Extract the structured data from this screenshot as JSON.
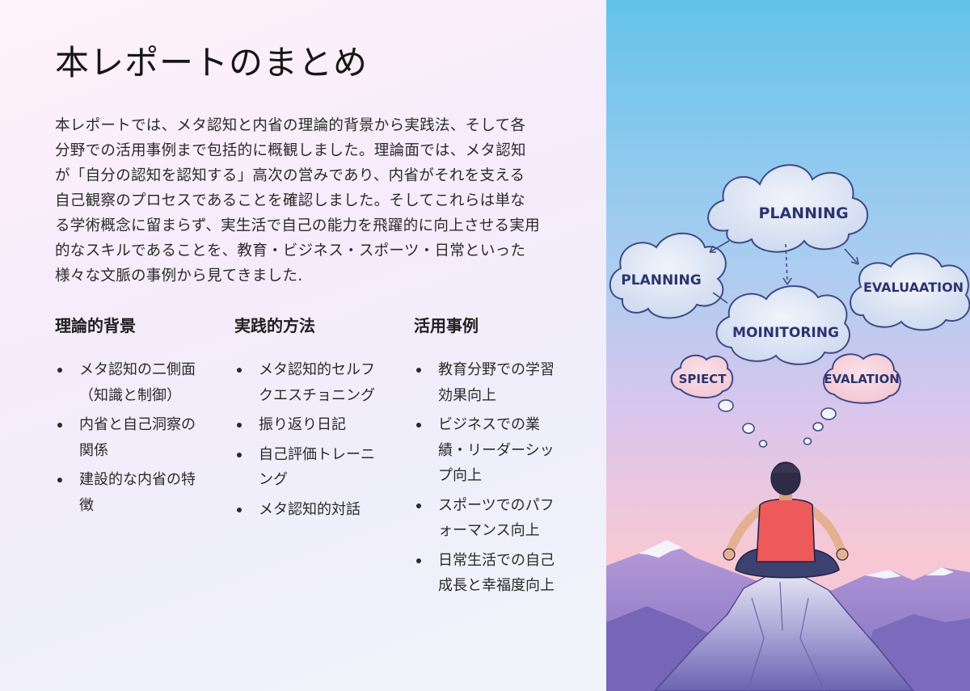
{
  "title": "本レポートのまとめ",
  "intro": "本レポートでは、メタ認知と内省の理論的背景から実践法、そして各分野での活用事例まで包括的に概観しました。理論面では、メタ認知が「自分の認知を認知する」高次の営みであり、内省がそれを支える自己観察のプロセスであることを確認しました。そしてこれらは単なる学術概念に留まらず、実生活で自己の能力を飛躍的に向上させる実用的なスキルであることを、教育・ビジネス・スポーツ・日常といった様々な文脈の事例から見てきました.",
  "columns": [
    {
      "title": "理論的背景",
      "items": [
        "メタ認知の二側面（知識と制御）",
        "内省と自己洞察の関係",
        "建設的な内省の特徴"
      ]
    },
    {
      "title": "実践的方法",
      "items": [
        "メタ認知的セルフクエスチョニング",
        "振り返り日記",
        "自己評価トレーニング",
        "メタ認知的対話"
      ]
    },
    {
      "title": "活用事例",
      "items": [
        "教育分野での学習効果向上",
        "ビジネスでの業績・リーダーシップ向上",
        "スポーツでのパフォーマンス向上",
        "日常生活での自己成長と幸福度向上"
      ]
    }
  ],
  "illustration": {
    "clouds": [
      "PLANNING",
      "PLANNING",
      "EVALUAATION",
      "MOINITORING",
      "SPIECT",
      "EVALATION"
    ],
    "colors": {
      "sky_top": "#63c3ea",
      "sky_mid": "#c8c4ee",
      "sky_bottom": "#f7c4d0",
      "shirt": "#ee5a5a",
      "mountain": "#8c7ec9",
      "cloud_stroke": "#3f4a86"
    }
  }
}
